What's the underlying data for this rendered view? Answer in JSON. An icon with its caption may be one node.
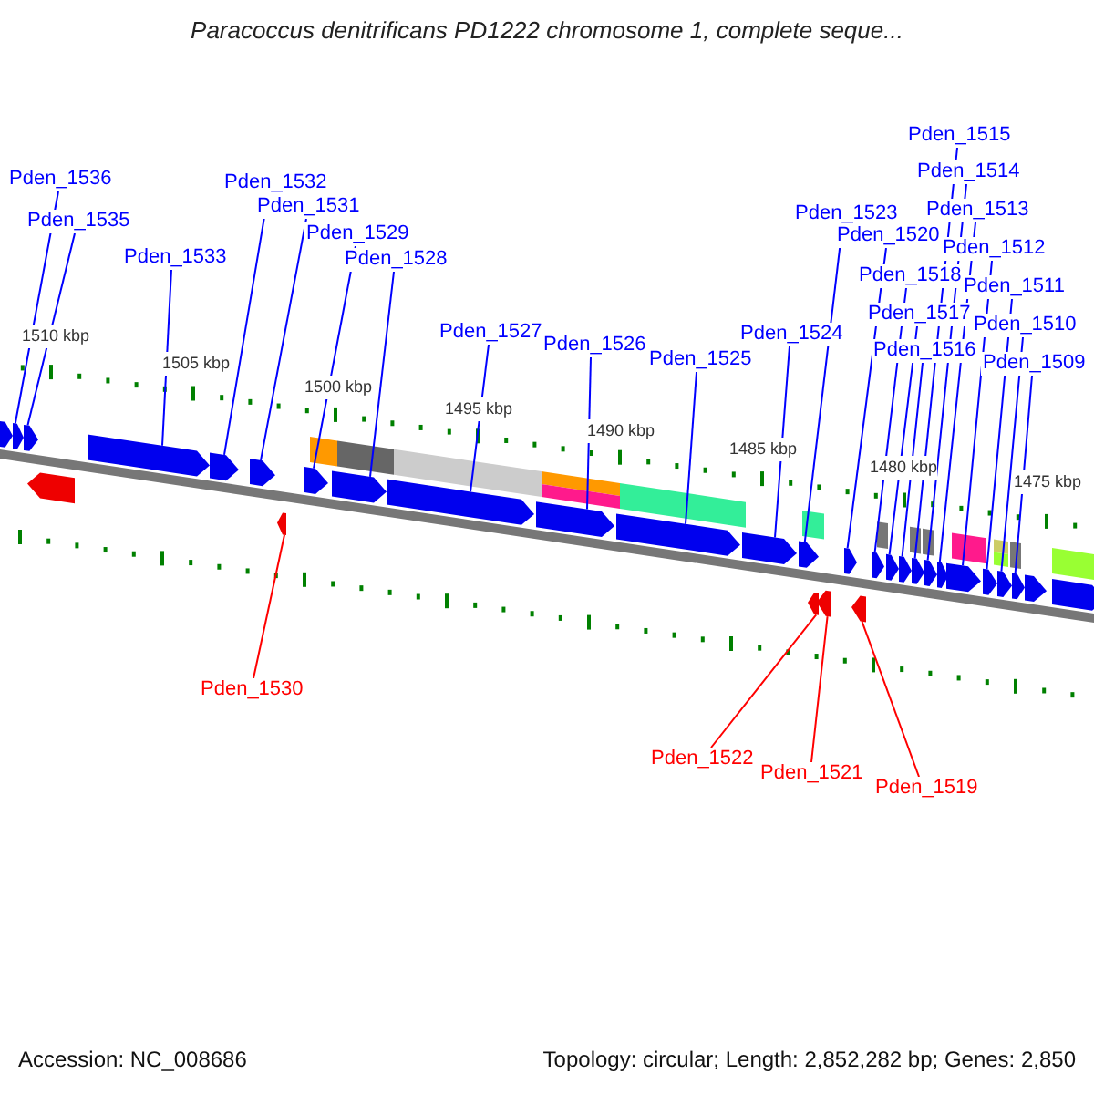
{
  "diagram": {
    "title": "Paracoccus denitrificans PD1222 chromosome 1, complete seque...",
    "nodes": [
      {
        "text": [
          "Pden_1536"
        ]
      },
      {
        "text": [
          "Pden_1535"
        ]
      },
      {
        "text": [
          "Pden_1533"
        ]
      },
      {
        "text": [
          "Pden_1532"
        ]
      },
      {
        "text": [
          "Pden_1531"
        ]
      },
      {
        "text": [
          "Pden_1529"
        ]
      },
      {
        "text": [
          "Pden_1528"
        ]
      },
      {
        "text": [
          "Pden_1527"
        ]
      },
      {
        "text": [
          "Pden_1526"
        ]
      },
      {
        "text": [
          "Pden_1525"
        ]
      },
      {
        "text": [
          "Pden_1524"
        ]
      },
      {
        "text": [
          "Pden_1523"
        ]
      },
      {
        "text": [
          "Pden_1520"
        ]
      },
      {
        "text": [
          "Pden_1518"
        ]
      },
      {
        "text": [
          "Pden_1517"
        ]
      },
      {
        "text": [
          "Pden_1516"
        ]
      },
      {
        "text": [
          "Pden_1515"
        ]
      },
      {
        "text": [
          "Pden_1514"
        ]
      },
      {
        "text": [
          "Pden_1513"
        ]
      },
      {
        "text": [
          "Pden_1512"
        ]
      },
      {
        "text": [
          "Pden_1511"
        ]
      },
      {
        "text": [
          "Pden_1510"
        ]
      },
      {
        "text": [
          "Pden_1509"
        ]
      },
      {
        "text": [
          "Pden_1530"
        ]
      },
      {
        "text": [
          "Pden_1522"
        ]
      },
      {
        "text": [
          "Pden_1521"
        ]
      },
      {
        "text": [
          "Pden_1519"
        ]
      },
      {
        "text": [],
        "shape": "arrow"
      },
      {
        "text": [],
        "shape": "arrow"
      },
      {
        "text": [],
        "shape": "arrow"
      },
      {
        "text": [],
        "shape": "arrow"
      },
      {
        "text": [],
        "shape": "arrow"
      },
      {
        "text": [],
        "shape": "arrow"
      },
      {
        "text": [],
        "shape": "arrow"
      },
      {
        "text": [],
        "shape": "arrow"
      },
      {
        "text": [],
        "shape": "arrow"
      },
      {
        "text": [],
        "shape": "box"
      },
      {
        "text": [],
        "shape": "arrow"
      },
      {
        "text": [],
        "shape": "box"
      },
      {
        "text": [],
        "shape": "arrow"
      },
      {
        "text": [],
        "shape": "box"
      },
      {
        "text": [],
        "shape": "arrow"
      },
      {
        "text": [],
        "shape": "box"
      },
      {
        "text": [],
        "shape": "box"
      },
      {
        "text": [],
        "shape": "arrow"
      },
      {
        "text": [],
        "shape": "box"
      },
      {
        "text": [],
        "shape": "arrow"
      },
      {
        "text": [],
        "shape": "arrow"
      },
      {
        "text": [],
        "shape": "box"
      },
      {
        "text": [],
        "shape": "arrow"
      },
      {
        "text": [],
        "shape": "arrow"
      },
      {
        "text": [],
        "shape": "arrow"
      },
      {
        "text": [],
        "shape": "arrow"
      },
      {
        "text": [],
        "shape": "arrow"
      },
      {
        "text": [],
        "shape": "box"
      },
      {
        "text": [],
        "shape": "arrow"
      },
      {
        "text": [],
        "shape": "arrow"
      },
      {
        "text": [],
        "shape": "box"
      },
      {
        "text": [],
        "shape": "arrow"
      },
      {
        "text": [],
        "shape": "box"
      },
      {
        "text": [],
        "shape": "arrow"
      },
      {
        "text": [],
        "shape": "arrow"
      },
      {
        "text": [],
        "shape": "arrow"
      },
      {
        "text": [],
        "shape": "box"
      },
      {
        "text": [],
        "shape": "arrow"
      },
      {
        "text": [],
        "shape": "box"
      },
      {
        "text": [],
        "shape": "box"
      },
      {
        "text": [],
        "shape": "arrow"
      },
      {
        "text": [],
        "shape": "box"
      },
      {
        "text": [],
        "shape": "arrow"
      },
      {
        "text": [],
        "shape": "arrow"
      },
      {
        "text": [],
        "shape": "arrow"
      },
      {
        "text": [],
        "shape": "box"
      }
    ],
    "edges": [
      {
        "from": 0,
        "to": 28,
        "arrow": "none"
      },
      {
        "from": 1,
        "to": 29,
        "arrow": "none"
      },
      {
        "from": 2,
        "to": 31,
        "arrow": "none"
      },
      {
        "from": 3,
        "to": 32,
        "arrow": "none"
      },
      {
        "from": 4,
        "to": 33,
        "arrow": "none"
      },
      {
        "from": 5,
        "to": 35,
        "arrow": "none"
      },
      {
        "from": 6,
        "to": 37,
        "arrow": "none"
      },
      {
        "from": 7,
        "to": 39,
        "arrow": "none"
      },
      {
        "from": 8,
        "to": 41,
        "arrow": "none"
      },
      {
        "from": 9,
        "to": 44,
        "arrow": "none"
      },
      {
        "from": 10,
        "to": 46,
        "arrow": "none"
      },
      {
        "from": 11,
        "to": 47,
        "arrow": "none"
      },
      {
        "from": 12,
        "to": 51,
        "arrow": "none"
      },
      {
        "from": 13,
        "to": 53,
        "arrow": "none"
      },
      {
        "from": 14,
        "to": 55,
        "arrow": "none"
      },
      {
        "from": 15,
        "to": 56,
        "arrow": "none"
      },
      {
        "from": 16,
        "to": 58,
        "arrow": "none"
      },
      {
        "from": 17,
        "to": 60,
        "arrow": "none"
      },
      {
        "from": 18,
        "to": 61,
        "arrow": "none"
      },
      {
        "from": 19,
        "to": 62,
        "arrow": "none"
      },
      {
        "from": 20,
        "to": 64,
        "arrow": "none"
      },
      {
        "from": 21,
        "to": 67,
        "arrow": "none"
      },
      {
        "from": 22,
        "to": 69,
        "arrow": "none"
      },
      {
        "from": 23,
        "to": 34,
        "arrow": "none",
        "color": "#ff0000"
      },
      {
        "from": 24,
        "to": 49,
        "arrow": "none",
        "color": "#ff0000"
      },
      {
        "from": 25,
        "to": 50,
        "arrow": "none",
        "color": "#ff0000"
      },
      {
        "from": 26,
        "to": 52,
        "arrow": "none",
        "color": "#ff0000"
      }
    ],
    "labels": [
      "1510 kbp",
      "1505 kbp",
      "1500 kbp",
      "1495 kbp",
      "1490 kbp",
      "1485 kbp",
      "1480 kbp",
      "1475 kbp",
      "Accession: NC_008686",
      "Topology: circular; Length: 2,852,282 bp; Genes: 2,850"
    ]
  }
}
